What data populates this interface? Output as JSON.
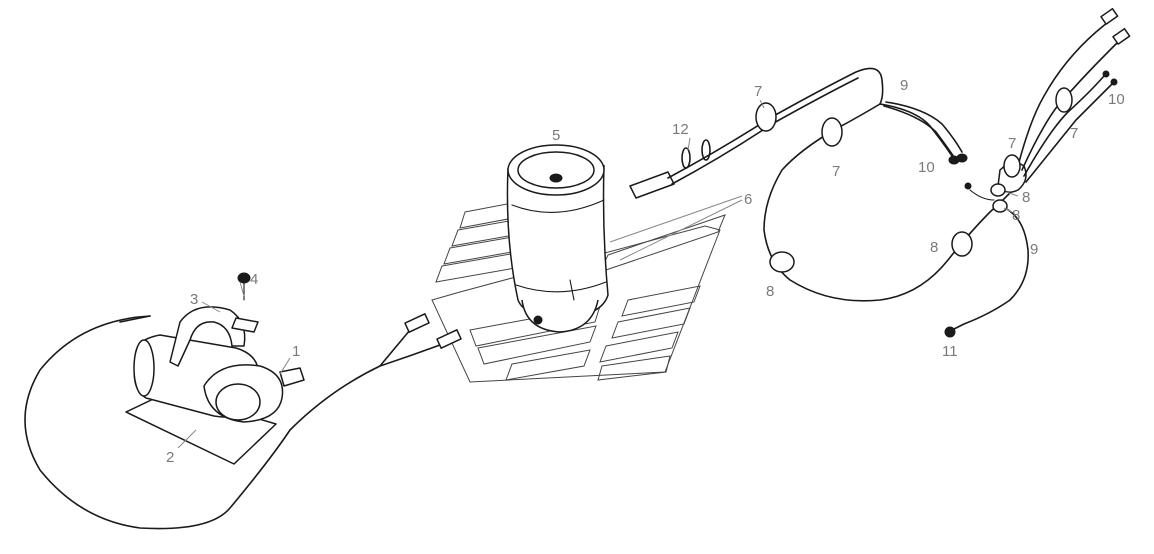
{
  "labels": {
    "p1": "1",
    "p2": "2",
    "p3": "3",
    "p4": "4",
    "p5": "5",
    "p6": "6",
    "p7a": "7",
    "p7b": "7",
    "p7c": "7",
    "p7d": "7",
    "p8a": "8",
    "p8b": "8",
    "p8c": "8",
    "p8d": "8",
    "p9a": "9",
    "p9b": "9",
    "p10a": "10",
    "p10b": "10",
    "p11": "11",
    "p12": "12"
  },
  "colors": {
    "line": "#1a1a1a",
    "label": "#7a7a7a",
    "background": "#ffffff"
  }
}
